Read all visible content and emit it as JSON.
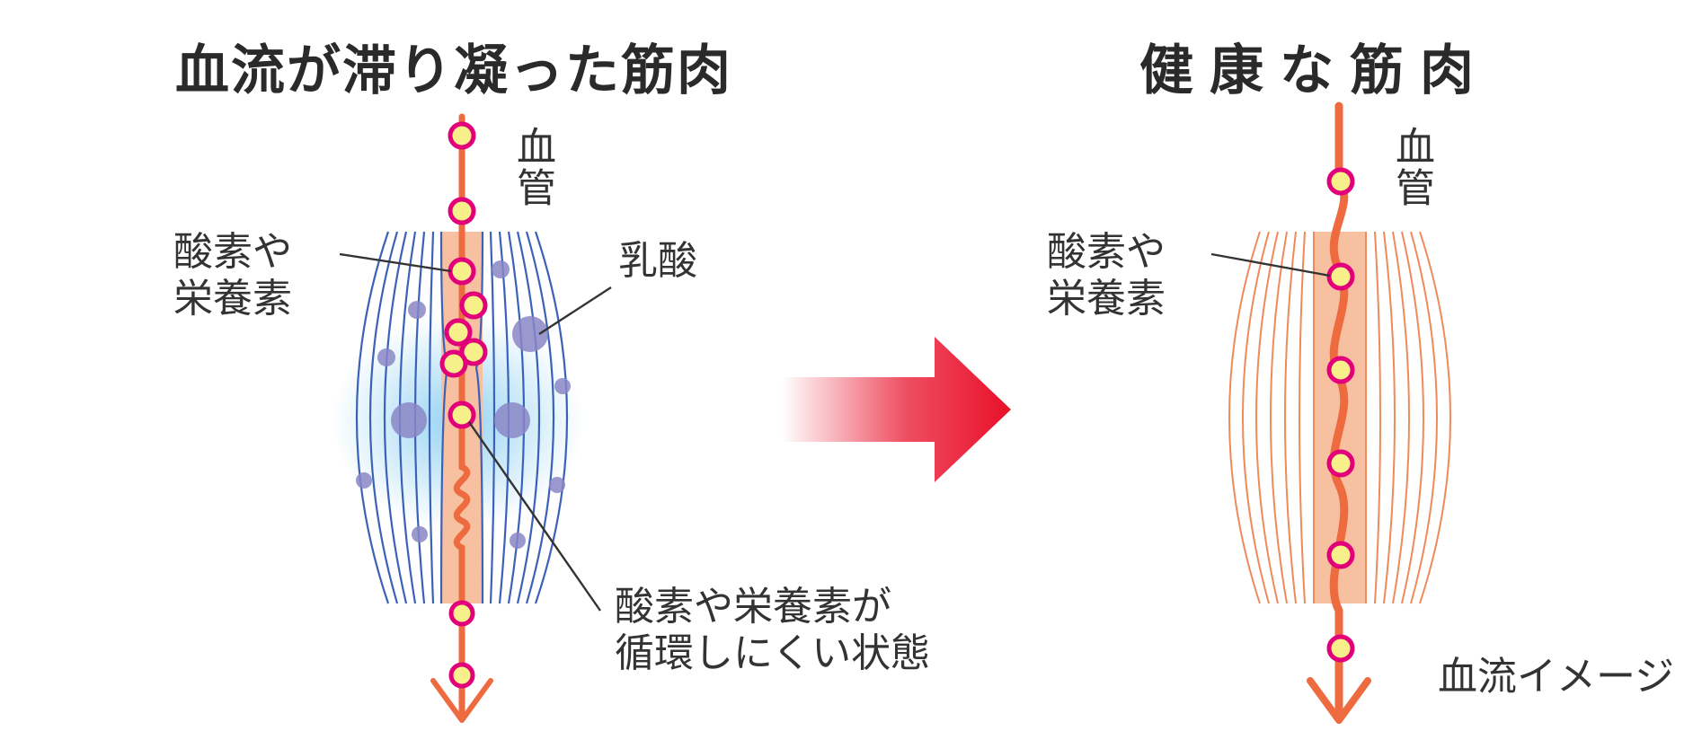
{
  "left": {
    "title": "血流が滞り凝った筋肉",
    "vessel_label": "血管",
    "nutrient_label_line1": "酸素や",
    "nutrient_label_line2": "栄養素",
    "lactic_label": "乳酸",
    "state_label_line1": "酸素や栄養素が",
    "state_label_line2": "循環しにくい状態"
  },
  "right": {
    "title": "健康な筋肉",
    "vessel_label": "血管",
    "nutrient_label_line1": "酸素や",
    "nutrient_label_line2": "栄養素",
    "caption": "血流イメージ"
  },
  "colors": {
    "blood_vessel": "#ee6a3f",
    "nutrient_dot_fill": "#f7ef8a",
    "nutrient_dot_stroke": "#e2007a",
    "stiff_fiber": "#3b62b8",
    "healthy_fiber": "#f08a5a",
    "lactic_acid": "#8a86c6",
    "arrow": "#e8102a"
  },
  "icons": {
    "transition": "arrow-right-icon"
  }
}
